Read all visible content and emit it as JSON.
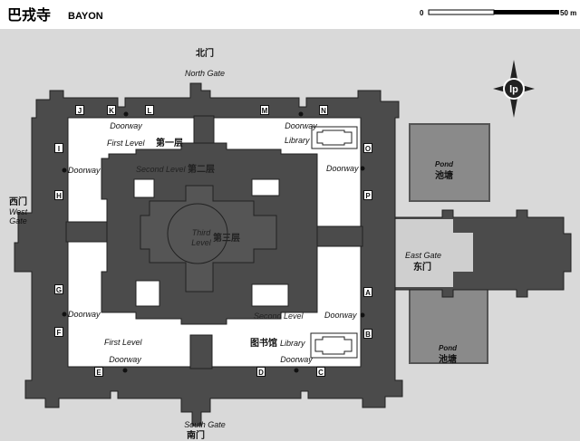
{
  "header": {
    "title_zh": "巴戎寺",
    "title_en": "BAYON"
  },
  "scale": {
    "start": "0",
    "end": "50 m"
  },
  "compass": {
    "logo": "lp"
  },
  "gates": {
    "north": {
      "zh": "北门",
      "en": "North Gate"
    },
    "south": {
      "zh": "南门",
      "en": "South Gate"
    },
    "west": {
      "zh": "西门",
      "en1": "West",
      "en2": "Gate"
    },
    "east": {
      "zh": "东门",
      "en": "East Gate"
    }
  },
  "levels": {
    "first_top": {
      "en": "First Level",
      "zh": "第一层"
    },
    "first_bottom": {
      "en": "First Level"
    },
    "second_top": {
      "en": "Second Level",
      "zh": "第二层"
    },
    "second_bottom": {
      "en": "Second Level"
    },
    "third": {
      "en1": "Third",
      "en2": "Level",
      "zh": "第三层"
    }
  },
  "library": {
    "top": "Library",
    "bottom_zh": "图书馆",
    "bottom_en": "Library"
  },
  "doorway": "Doorway",
  "pond": {
    "en": "Pond",
    "zh": "池塘"
  },
  "gallery_letters": [
    "J",
    "K",
    "L",
    "M",
    "N",
    "I",
    "O",
    "H",
    "P",
    "G",
    "A",
    "F",
    "B",
    "E",
    "D",
    "C"
  ],
  "colors": {
    "wall": "#4b4b4b",
    "courtyard": "#ffffff",
    "ground": "#d9d9d9",
    "pond": "#8a8a8a"
  }
}
